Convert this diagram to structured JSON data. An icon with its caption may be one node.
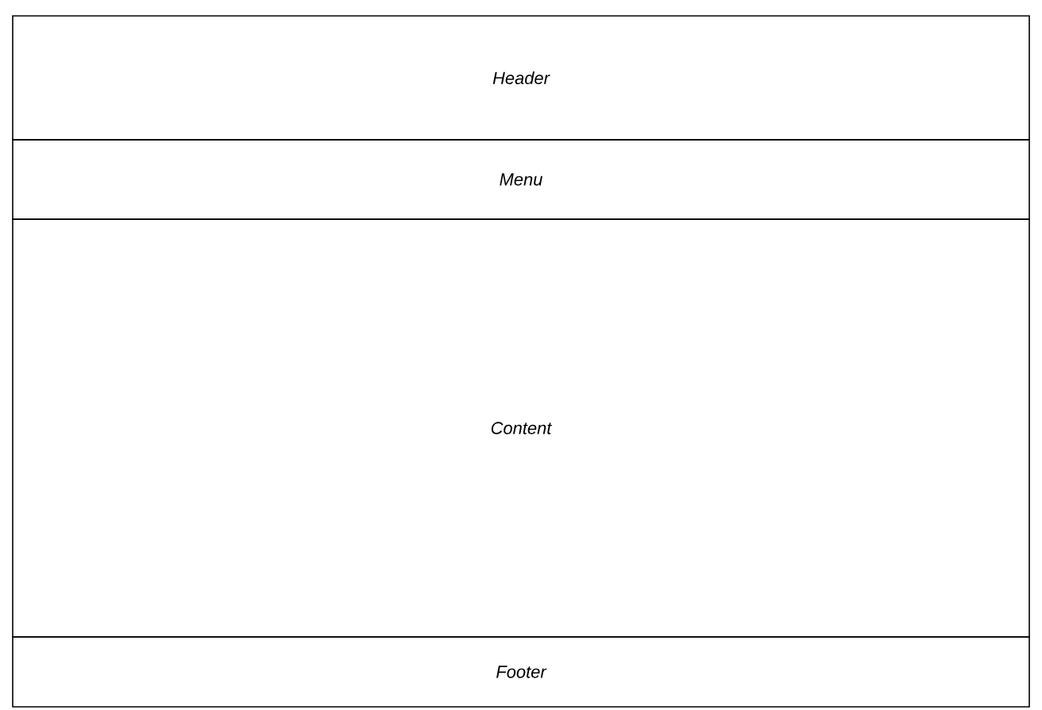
{
  "diagram": {
    "nodes": [
      {
        "text": [
          "Header"
        ]
      },
      {
        "text": [
          "Menu"
        ]
      },
      {
        "text": [
          "Content"
        ]
      },
      {
        "text": [
          "Footer"
        ]
      }
    ]
  }
}
